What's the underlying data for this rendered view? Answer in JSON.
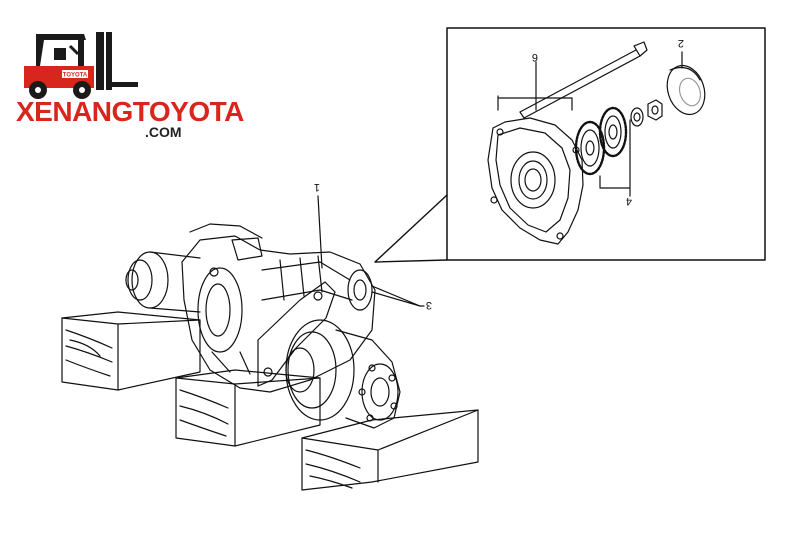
{
  "brand": {
    "name": "XENANGTOYOTA",
    "domain": ".COM",
    "badge": "TOYOTA",
    "color": "#d9261c"
  },
  "callouts": {
    "assembly": "1",
    "cap": "2",
    "screws": "3",
    "shims": "4",
    "bolt": "6"
  }
}
